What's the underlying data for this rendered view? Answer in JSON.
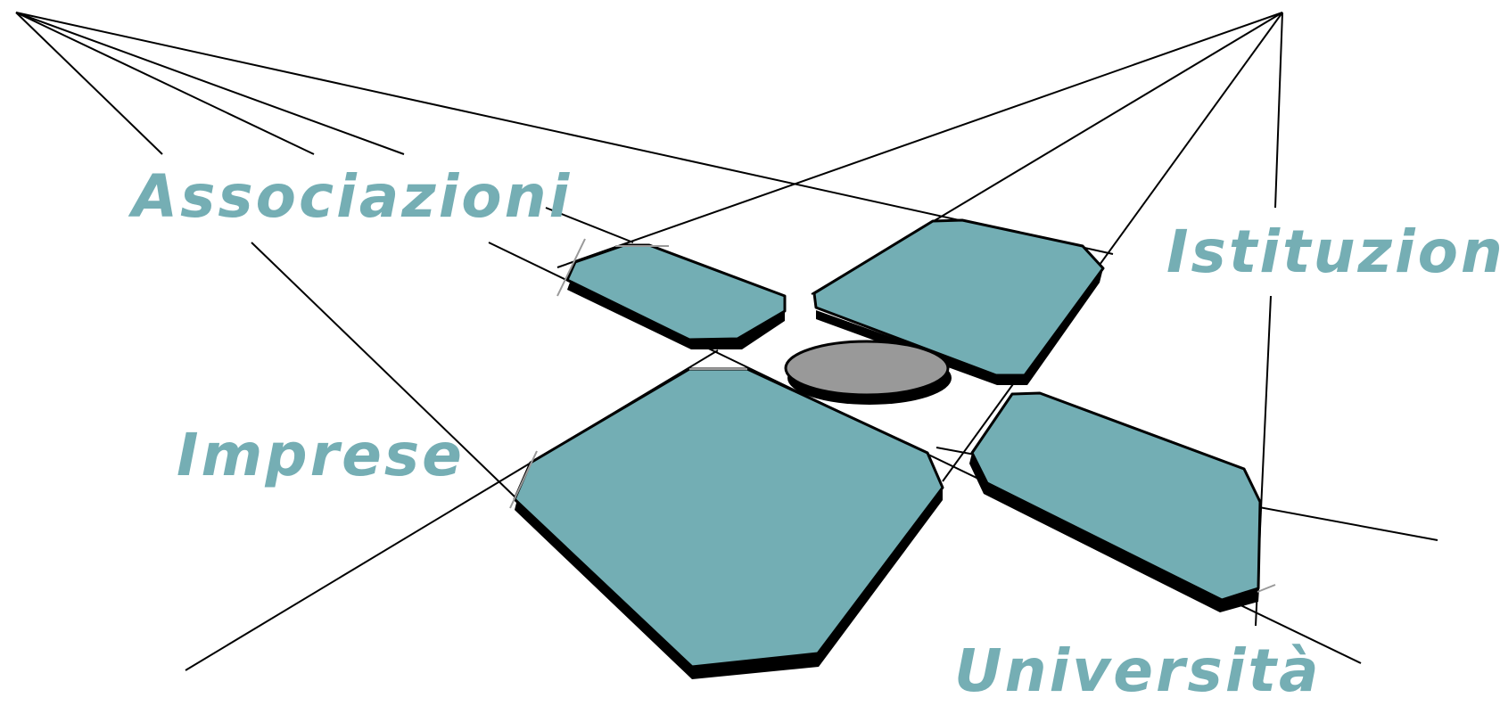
{
  "labels": {
    "associazioni": "Associazioni",
    "istituzioni": "Istituzioni",
    "imprese": "Imprese",
    "universita": "Università"
  },
  "colors": {
    "label": "#75aeb4",
    "panel": "#73aeb4",
    "shadow": "#000000",
    "hub": "#999999",
    "line": "#000000"
  }
}
